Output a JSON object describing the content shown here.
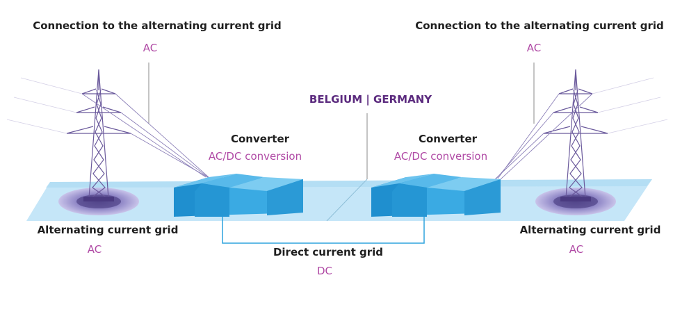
{
  "labels": {
    "ac_connection_left": "Connection to the alternating current grid",
    "ac_connection_left_code": "AC",
    "ac_connection_right": "Connection to the alternating current grid",
    "ac_connection_right_code": "AC",
    "border": "BELGIUM | GERMANY",
    "converter_left": "Converter",
    "converter_left_sub": "AC/DC conversion",
    "converter_right": "Converter",
    "converter_right_sub": "AC/DC conversion",
    "ac_grid_left": "Alternating current grid",
    "ac_grid_left_code": "AC",
    "ac_grid_right": "Alternating current grid",
    "ac_grid_right_code": "AC",
    "dc_grid": "Direct current grid",
    "dc_grid_code": "DC"
  },
  "colors": {
    "text_dark": "#1f1f1f",
    "accent_pink": "#b04aa5",
    "accent_purple": "#5b2a7e",
    "ground_blue": "#bfe3f7",
    "converter_blue": "#2fa4de",
    "tower_purple": "#6b5a9c"
  }
}
